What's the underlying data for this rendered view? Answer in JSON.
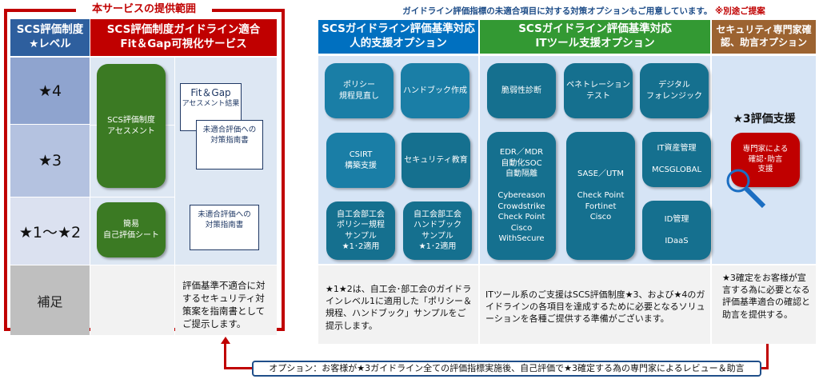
{
  "scope": {
    "title": "本サービスの提供範囲",
    "header_level": "SCS評価制度\n★レベル",
    "header_service": "SCS評価制度ガイドライン適合\nFit＆Gap可視化サービス",
    "levels": [
      "★4",
      "★3",
      "★1〜★2",
      "補足"
    ],
    "assessment_box": "SCS評価制度\nアセスメント",
    "simple_box": "簡易\n自己評価シート",
    "doc_fitgap_title": "Fit＆Gap",
    "doc_fitgap_sub": "アセスメント結果",
    "doc_guide_1": "未適合評価への\n対策指南書",
    "doc_guide_2": "未適合評価への\n対策指南書",
    "note": "評価基準不適合に対するセキュリティ対策案を指南書としてご提示します。"
  },
  "options": {
    "banner_text": "ガイドライン評価指標の未適合項目に対する対策オプションもご用意しています。",
    "banner_note": "※別途ご提案",
    "human": {
      "header": "SCSガイドライン評価基準対応\n人的支援オプション",
      "color": "#0070c0",
      "items": [
        "ポリシー\n規程見直し",
        "ハンドブック作成",
        "CSIRT\n構築支援",
        "セキュリティ教育",
        "自工会部工会\nポリシー規程\nサンプル\n★1･2適用",
        "自工会部工会\nハンドブック\nサンプル\n★1･2適用"
      ],
      "note": "★1★2は、自工会･部工会のガイドラインレベル1に適用した「ポリシー＆規程、ハンドブック」サンプルをご提示します。"
    },
    "it": {
      "header": "SCSガイドライン評価基準対応\nITツール支援オプション",
      "color": "#339933",
      "items": [
        "脆弱性診断",
        "ペネトレーション\nテスト",
        "デジタル\nフォレンジック",
        "EDR／MDR\n自動化SOC\n自動隔離\n\nCybereason\nCrowdstrike\nCheck Point\nCisco\nWithSecure",
        "SASE／UTM\n\nCheck Point\nFortinet\nCisco",
        "IT資産管理\n\nMCSGLOBAL",
        "ID管理\n\nIDaaS"
      ],
      "note": "ITツール系のご支援はSCS評価制度★3、および★4のガイドラインの各項目を達成するために必要となるソリューションを各種ご提供する準備がございます。"
    },
    "expert": {
      "header": "セキュリティ専門家確\n認、助言オプション",
      "color": "#9c6331",
      "title": "★3評価支援",
      "box": "専門家による\n確認･助言\n支援",
      "note": "★3確定をお客様が宣言する為に必要となる評価基準適合の確認と助言を提供する。"
    }
  },
  "option_footer": "オプション：お客様が★3ガイドライン全ての評価指標実施後、自己評価で★3確定する為の専門家によるレビュー＆助言"
}
